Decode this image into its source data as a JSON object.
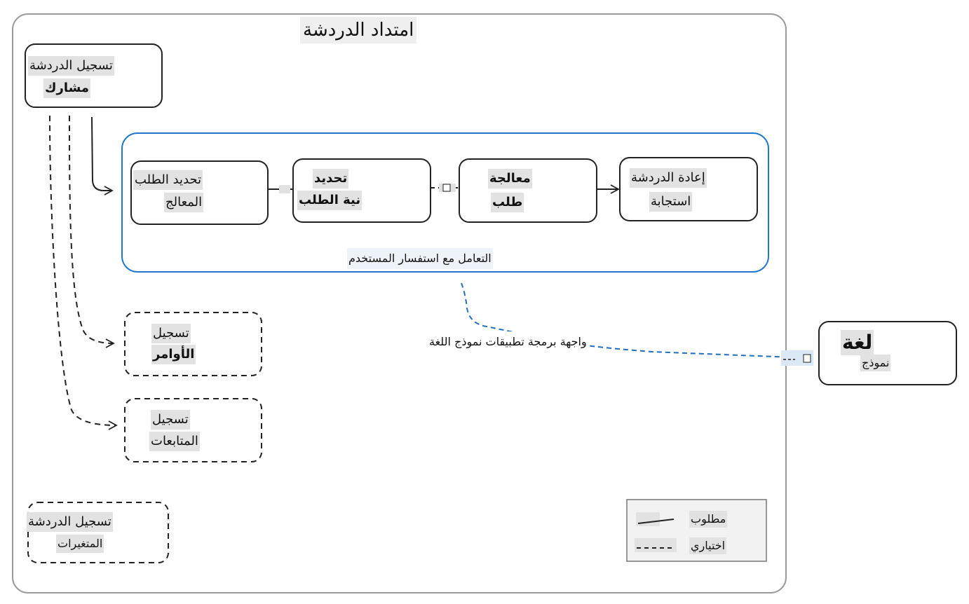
{
  "title": "امتداد الدردشة",
  "nodes": {
    "chat_register_participant": {
      "line1": "تسجيل الدردشة",
      "line2": "مشارك"
    },
    "identify_handler": {
      "line1": "تحديد الطلب",
      "line2": "المعالج"
    },
    "identify_intent": {
      "line1": "تحديد",
      "line2": "نية الطلب"
    },
    "process_request": {
      "line1": "معالجة",
      "line2": "طلب"
    },
    "return_response": {
      "line1": "إعادة الدردشة",
      "line2": "استجابة"
    },
    "register_commands": {
      "line1": "تسجيل",
      "line2": "الأوامر"
    },
    "register_followups": {
      "line1": "تسجيل",
      "line2": "المتابعات"
    },
    "chat_register_variables": {
      "line1": "تسجيل الدردشة",
      "line2": "المتغيرات"
    },
    "language_model": {
      "line1": "لغة",
      "line2": "نموذج"
    }
  },
  "group": {
    "label": "التعامل مع استفسار المستخدم"
  },
  "edges": {
    "api_label": "واجهة برمجة تطبيقات نموذج اللغة"
  },
  "legend": {
    "required": "مطلوب",
    "optional": "اختياري"
  },
  "colors": {
    "outer_border": "#9a9a9a",
    "group_border": "#1f77d0",
    "api_edge": "#1f6fc0",
    "label_bg": "#e2e2e2",
    "legend_bg": "#f2f2f2"
  }
}
